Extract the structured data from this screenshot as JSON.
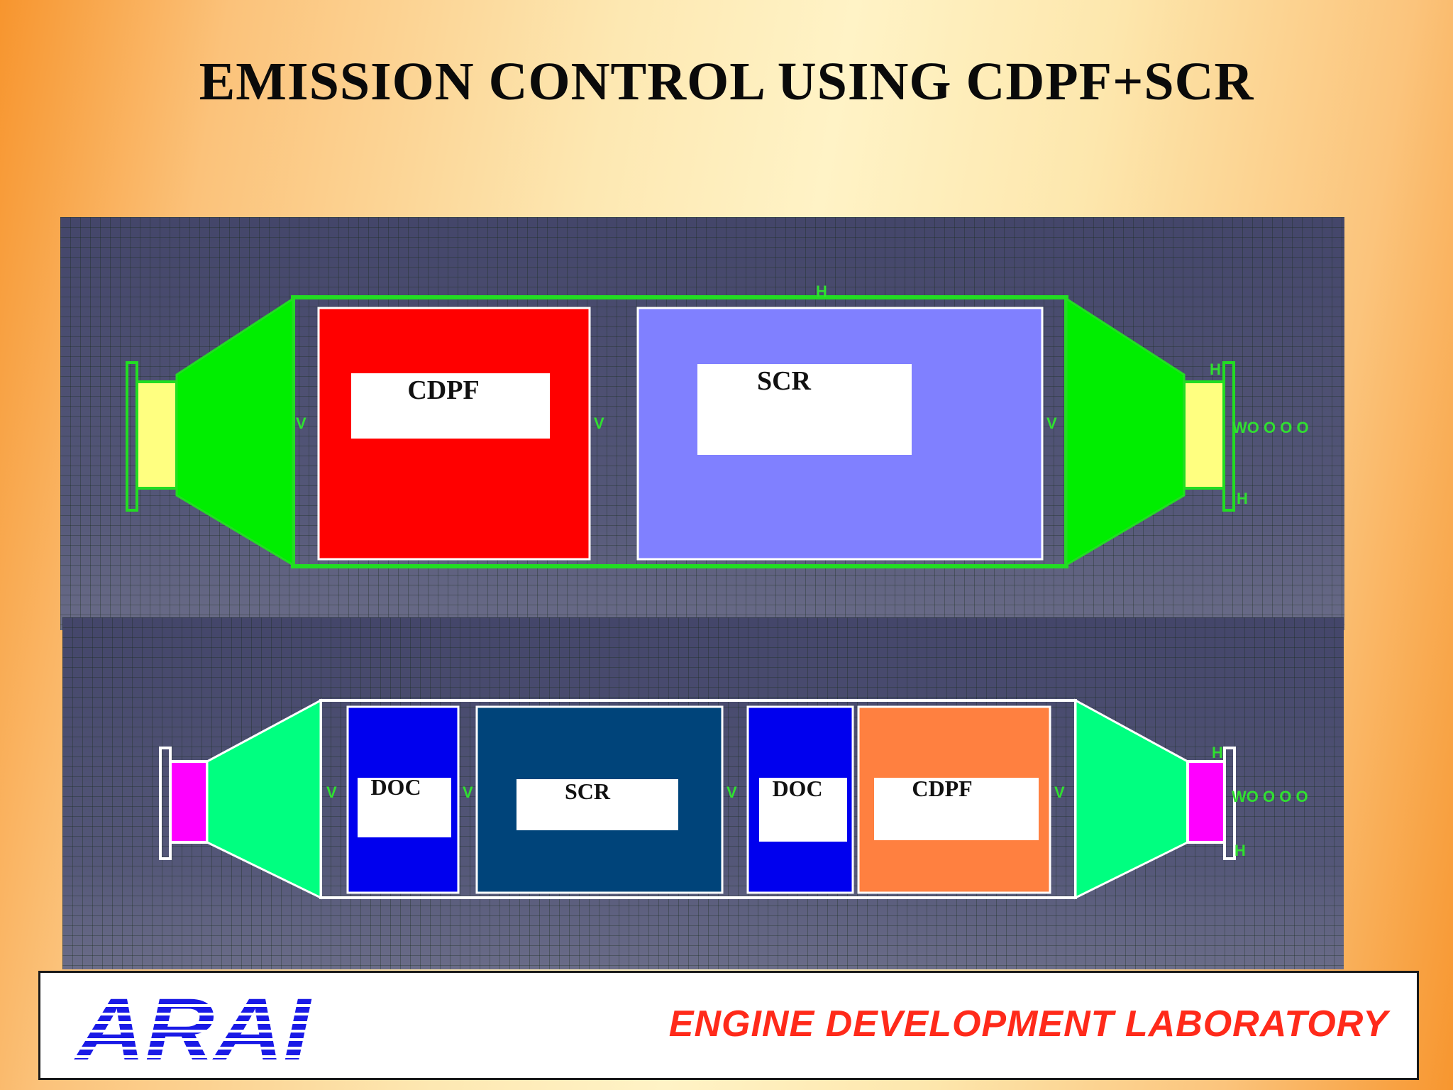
{
  "slide": {
    "title": "EMISSION CONTROL USING CDPF+SCR"
  },
  "diagram_top": {
    "blocks": [
      {
        "label": "CDPF",
        "color": "#ff0000"
      },
      {
        "label": "SCR",
        "color": "#8080ff"
      }
    ],
    "cone_color": "#00ee00",
    "pipe_color": "#ffff80"
  },
  "diagram_bottom": {
    "blocks": [
      {
        "label": "DOC",
        "color": "#0000ee"
      },
      {
        "label": "SCR",
        "color": "#00447a"
      },
      {
        "label": "DOC",
        "color": "#0000ee"
      },
      {
        "label": "CDPF",
        "color": "#ff8040"
      }
    ],
    "cone_color": "#00ff80",
    "pipe_color": "#ff00ff"
  },
  "cad_annotations": {
    "vertical": "V",
    "horizontal": "H",
    "weld_chain": "WO O O O"
  },
  "footer": {
    "logo_text": "ARAI",
    "logo_color": "#1a1ae6",
    "lab_name": "ENGINE DEVELOPMENT LABORATORY",
    "lab_color": "#ff2a1a"
  }
}
